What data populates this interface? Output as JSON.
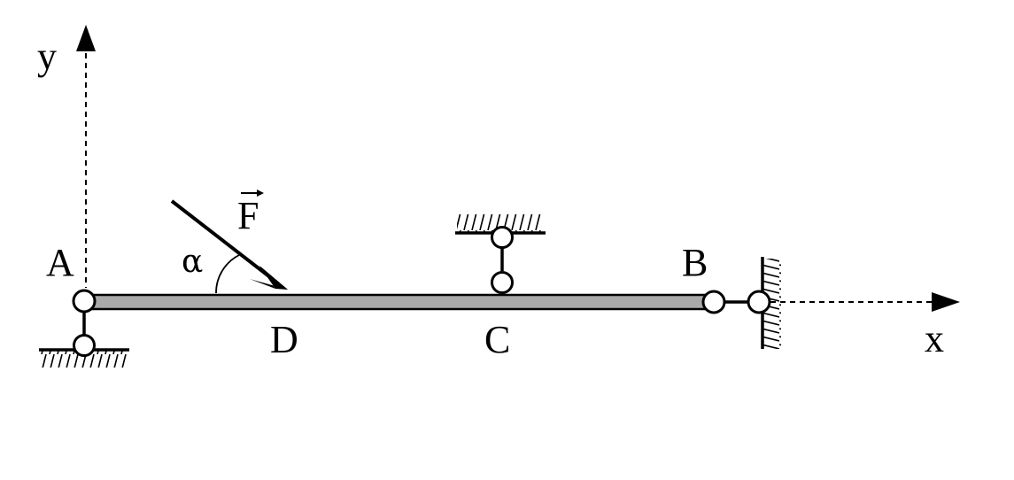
{
  "diagram": {
    "labels": {
      "y_axis": "y",
      "x_axis": "x",
      "point_a": "A",
      "point_b": "B",
      "point_c": "C",
      "point_d": "D",
      "force": "F",
      "angle": "α"
    }
  },
  "colors": {
    "beam_fill": "#a9a9a9",
    "ink": "#000000",
    "background": "#ffffff"
  }
}
